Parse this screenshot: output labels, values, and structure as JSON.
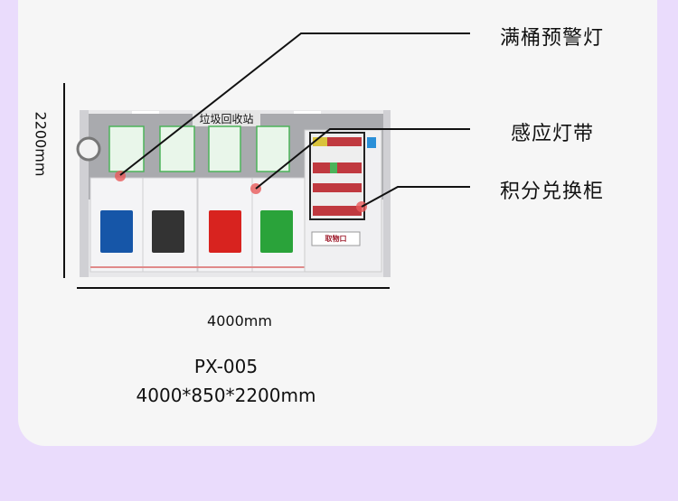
{
  "callouts": {
    "full_alert_light": "满桶预警灯",
    "sensor_light_strip": "感应灯带",
    "points_exchange_cabinet": "积分兑换柜"
  },
  "product": {
    "station_sign": "垃圾回收站",
    "pickup_label": "取物口",
    "height_dim": "2200mm",
    "width_dim": "4000mm",
    "model": "PX-005",
    "dimensions": "4000*850*2200mm"
  },
  "colors": {
    "bg": "#eadcfc",
    "card": "#f6f6f6",
    "recyclable": "#1656a8",
    "other": "#333333",
    "hazardous": "#d8231f",
    "kitchen": "#2aa33a",
    "indicator": "#e85a5a"
  }
}
